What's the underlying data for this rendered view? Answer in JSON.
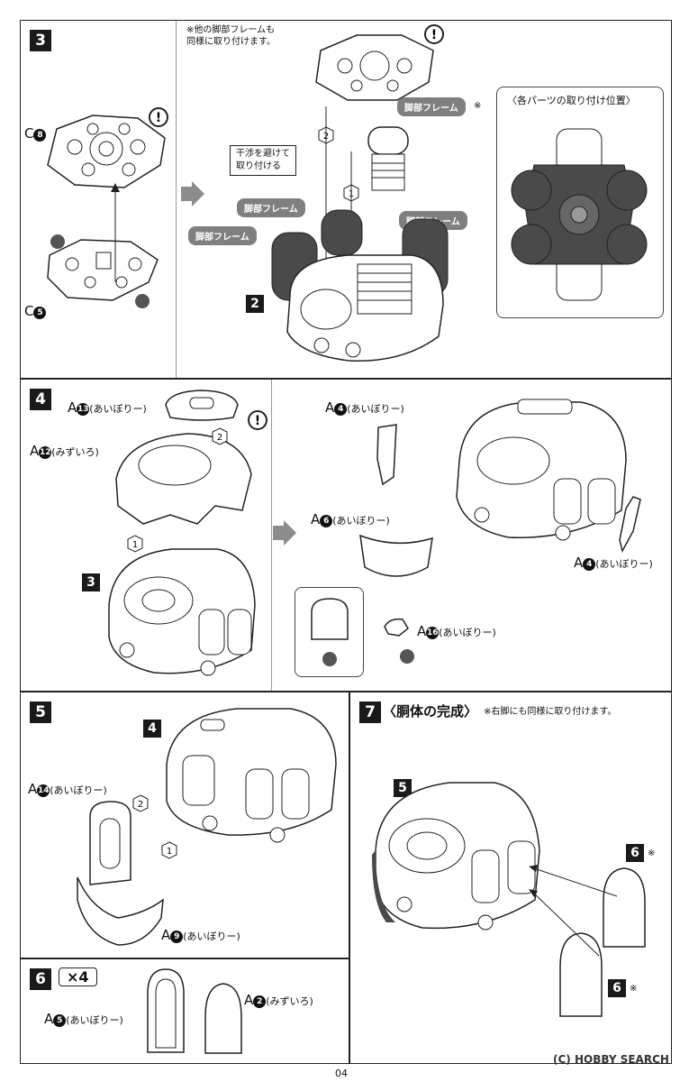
{
  "steps": {
    "s3": {
      "number": "3",
      "part_c8": "C",
      "part_c8_num": "8",
      "part_c5": "C",
      "part_c5_num": "5",
      "note": "※他の脚部フレームも\n同様に取り付けます。",
      "tag_leg_frame": "脚部フレーム",
      "tag_leg_frame_mark": "※",
      "callout": "干渉を避けて\n取り付ける",
      "sub_number": "2",
      "inset_title": "〈各パーツの取り付け位置〉",
      "order1": "1",
      "order2": "2"
    },
    "s4": {
      "number": "4",
      "p13": "A",
      "p13_num": "13",
      "p13_color": "(あいぼりー)",
      "p12": "A",
      "p12_num": "12",
      "p12_color": "(みずいろ)",
      "sub_number": "3",
      "p4": "A",
      "p4_num": "4",
      "p4_color": "(あいぼりー)",
      "p6": "A",
      "p6_num": "6",
      "p6_color": "(あいぼりー)",
      "p4b": "A",
      "p4b_num": "4",
      "p4b_color": "(あいぼりー)",
      "p16": "A",
      "p16_num": "16",
      "p16_color": "(あいぼりー)"
    },
    "s5": {
      "number": "5",
      "sub_number": "4",
      "p14": "A",
      "p14_num": "14",
      "p14_color": "(あいぼりー)",
      "p9": "A",
      "p9_num": "9",
      "p9_color": "(あいぼりー)"
    },
    "s6": {
      "number": "6",
      "multiplier": "×4",
      "p5": "A",
      "p5_num": "5",
      "p5_color": "(あいぼりー)",
      "p2": "A",
      "p2_num": "2",
      "p2_color": "(みずいろ)"
    },
    "s7": {
      "number": "7",
      "title": "〈胴体の完成〉",
      "note": "※右脚にも同様に取り付けます。",
      "sub_number": "5",
      "sub6a": "6",
      "sub6b": "6",
      "mark": "※"
    }
  },
  "footer": {
    "page": "04",
    "watermark": "(C) HOBBY SEARCH"
  },
  "colors": {
    "dark_gray": "#4a4a4a",
    "mid_gray": "#7f7f7f",
    "arrow_gray": "#8c8c8c"
  }
}
